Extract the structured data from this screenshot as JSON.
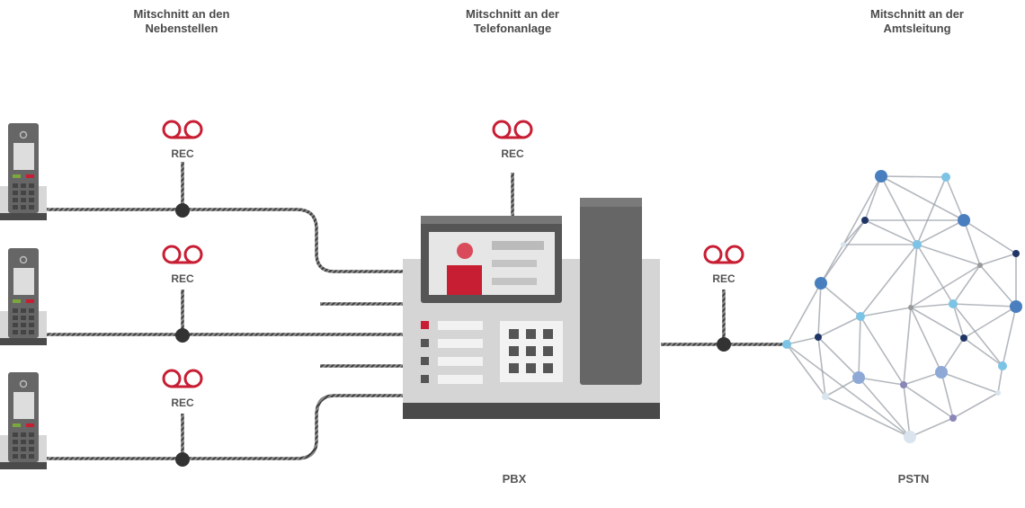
{
  "headings": {
    "extensions": [
      "Mitschnitt an den",
      "Nebenstellen"
    ],
    "pbx": [
      "Mitschnitt an der",
      "Telefonanlage"
    ],
    "trunk": [
      "Mitschnitt an der",
      "Amtsleitung"
    ]
  },
  "rec_label": "REC",
  "labels": {
    "pbx": "PBX",
    "pstn": "PSTN"
  },
  "colors": {
    "rec_red": "#c81e33",
    "cable": "#555555",
    "device_dark": "#4a4a4a",
    "device_light": "#d4d4d4",
    "network_line": "#9aa0a8",
    "node_blue": "#4a7fbf",
    "node_light_blue": "#7cc3e6",
    "node_navy": "#1f3565"
  },
  "icons": {
    "phone": "handset-phone-icon",
    "rec": "tape-reel-icon",
    "pbx": "desk-phone-icon",
    "network": "network-mesh-icon"
  }
}
